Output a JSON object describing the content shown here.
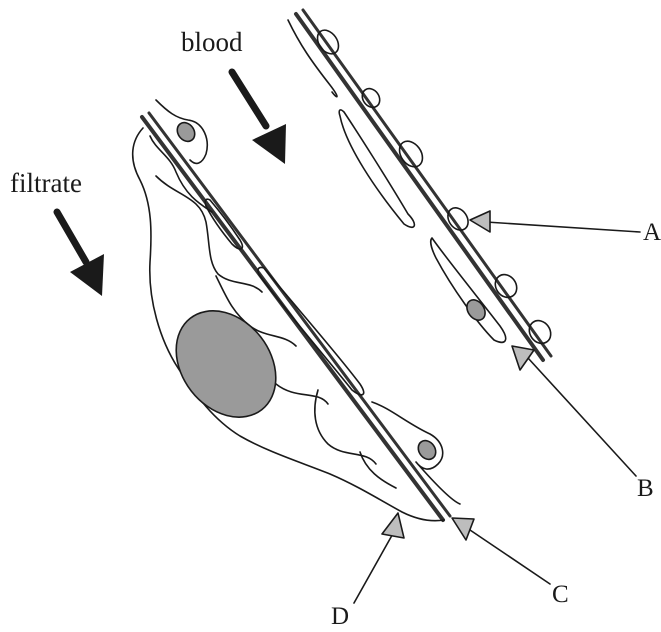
{
  "labels": {
    "blood": "blood",
    "filtrate": "filtrate",
    "a": "A",
    "b": "B",
    "c": "C",
    "d": "D"
  },
  "colors": {
    "ink": "#1a1a1a",
    "membrane": "#333333",
    "nucleus_fill": "#9a9a9a",
    "pointer_fill": "#bdbdbd"
  }
}
